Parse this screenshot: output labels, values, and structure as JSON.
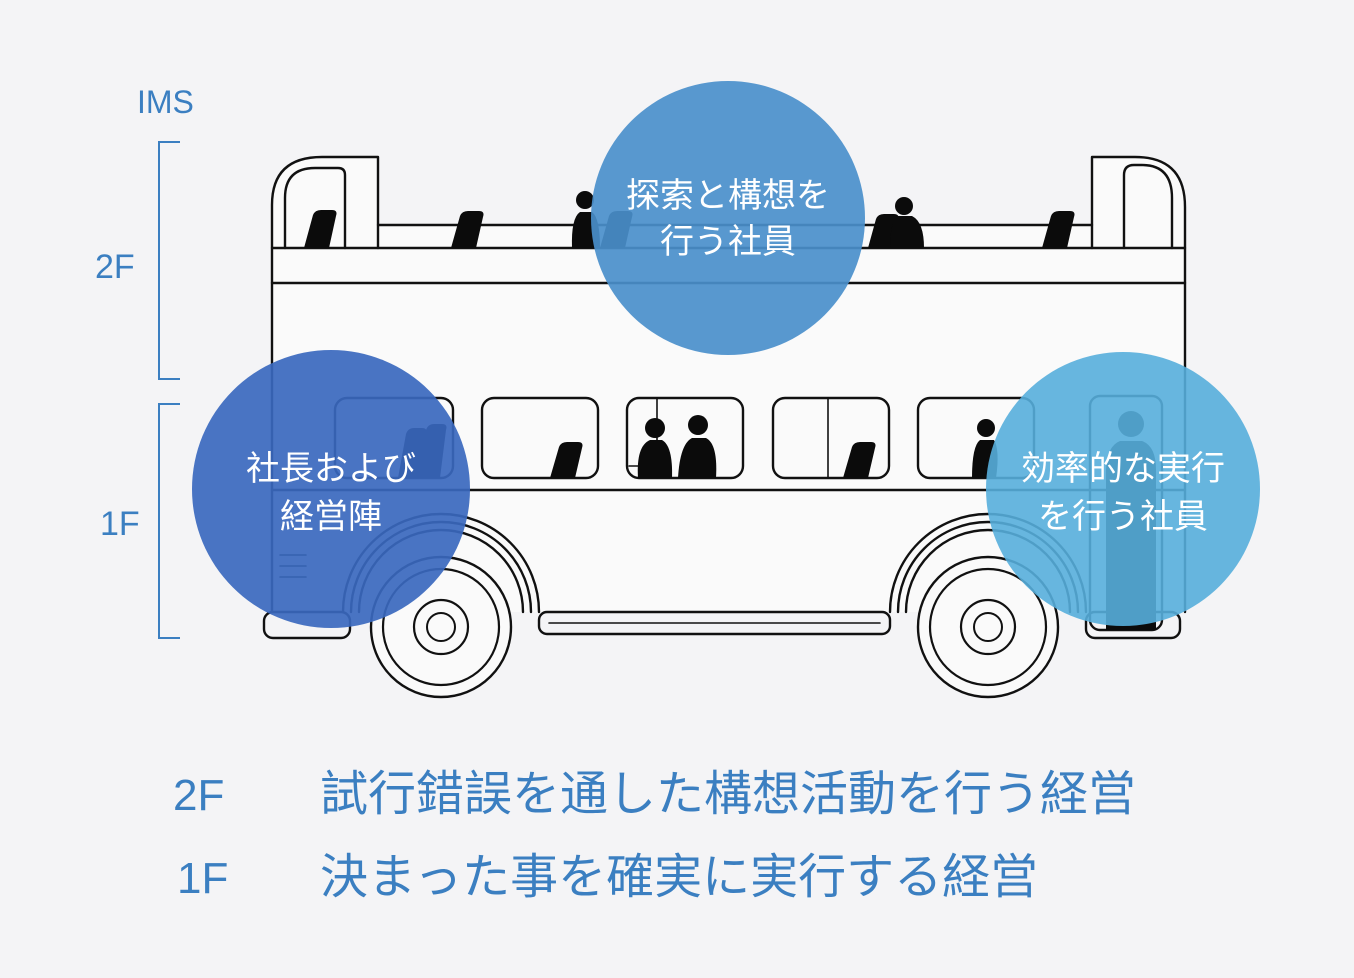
{
  "diagram": {
    "framework_label": "IMS",
    "bracket_labels": {
      "upper": "2F",
      "lower": "1F"
    },
    "circles": {
      "upper_staff": {
        "lines": [
          "探索と構想を",
          "行う社員"
        ],
        "color": "#4a8fcb"
      },
      "management": {
        "lines": [
          "社長および",
          "経営陣"
        ],
        "color": "#3a68be"
      },
      "lower_staff": {
        "lines": [
          "効率的な実行",
          "を行う社員"
        ],
        "color": "#56aedb"
      }
    },
    "legend": [
      {
        "floor": "2F",
        "description": "試行錯誤を通した構想活動を行う経営"
      },
      {
        "floor": "1F",
        "description": "決まった事を確実に実行する経営"
      }
    ]
  },
  "colors": {
    "accent_text": "#3b7fc1",
    "background": "#f4f4f6",
    "bus_line": "#111111",
    "silhouette": "#0b0b0b",
    "circle_text": "#ffffff"
  },
  "icons": {
    "bus": "double-decker-bus-icon",
    "passengers": "person-silhouette-icon",
    "seats": "seat-icon"
  }
}
